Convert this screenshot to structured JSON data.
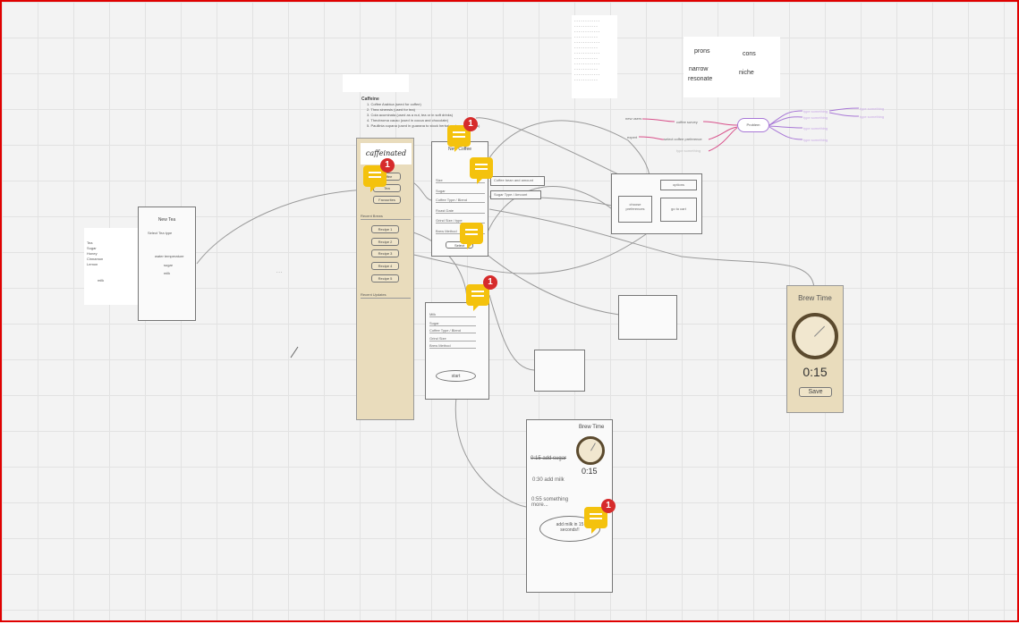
{
  "top_note": {
    "lines": [
      "- - - - - - - - - - - -",
      "- - - - - - - - - - -"
    ]
  },
  "caffeine_list": {
    "title": "Caffeine",
    "items": [
      "1. Coffee Arabica (seed for coffee)",
      "2. Thea sinensis (used for tea)",
      "3. Cola acuminata (used as a nut, tea or in soft drinks)",
      "4. Theobroma cacao (used in cocoa and chocolate)",
      "5. Paullinia cupana (used in guarana to stock herbal and energy drinks)"
    ]
  },
  "pros_cons": {
    "col1_header": "prons",
    "col2_header": "cons",
    "col1_items": [
      "narrow",
      "resonate"
    ],
    "col2_items": [
      "niche"
    ]
  },
  "mindmap": {
    "center": "Problem",
    "left_nodes": [
      "new users",
      "coffee survey",
      "expert",
      "select coffee preference",
      "type something"
    ],
    "right_nodes": [
      "type something",
      "type something",
      "type something",
      "type something",
      "type something",
      "type something"
    ]
  },
  "left_note": {
    "lines": [
      "Tea",
      "Sugar",
      "Honey",
      "Cinnamon",
      "Lemon"
    ],
    "footer": "milk"
  },
  "new_tea": {
    "title": "New Tea",
    "subtitle": "Select Tea type",
    "rows": [
      "water temperature",
      "sugar",
      "milk"
    ]
  },
  "canvas_text": {
    "mid_label": "- - -"
  },
  "home_screen": {
    "logo": "caffeinated",
    "buttons": [
      "Coffee",
      "Tea",
      "Favourites"
    ],
    "recent_label": "Recent Brews",
    "recent": [
      "Recipe 1",
      "Recipe 2",
      "Recipe 3",
      "Recipe 4",
      "Recipe 5"
    ],
    "recent_updates_label": "Recent Updates"
  },
  "new_coffee": {
    "title": "New Coffee",
    "fields": [
      "Size",
      "Sugar",
      "Coffee Type / Blend",
      "Roast Date",
      "Grind Size / type",
      "Brew Method"
    ],
    "dropdown_label": "Select"
  },
  "side_boxes": [
    "Coffee bean and amount",
    "Sugar Type / Amount"
  ],
  "tea_form": {
    "fields": [
      "Milk",
      "Sugar",
      "Coffee Type / Blend",
      "Grind Size",
      "Brew Method"
    ],
    "button": "start"
  },
  "decision_box": {
    "left": "choose preferences",
    "right": "go to cart",
    "top": "options"
  },
  "brew_timer_large": {
    "title": "Brew Time",
    "time": "0:15",
    "button": "Save"
  },
  "brew_timer_steps": {
    "title": "Brew Time",
    "time": "0:15",
    "steps": [
      "0:15 add sugar",
      "0:30 add milk",
      "0:55 something more..."
    ],
    "prompt": "add milk in 15 seconds!!"
  },
  "comments": [
    {
      "count": "1"
    },
    {
      "count": "1"
    },
    {
      "count": "1"
    },
    {
      "count": "1"
    }
  ],
  "colors": {
    "canvas_bg": "#f3f3f3",
    "grid": "#e2e2e2",
    "tan": "#e9dcbc",
    "comment": "#f4c20d",
    "badge": "#d62b2b",
    "mindmap_pink": "#d8508a",
    "mindmap_purple": "#a877d6",
    "canvas_border": "#e00000"
  }
}
